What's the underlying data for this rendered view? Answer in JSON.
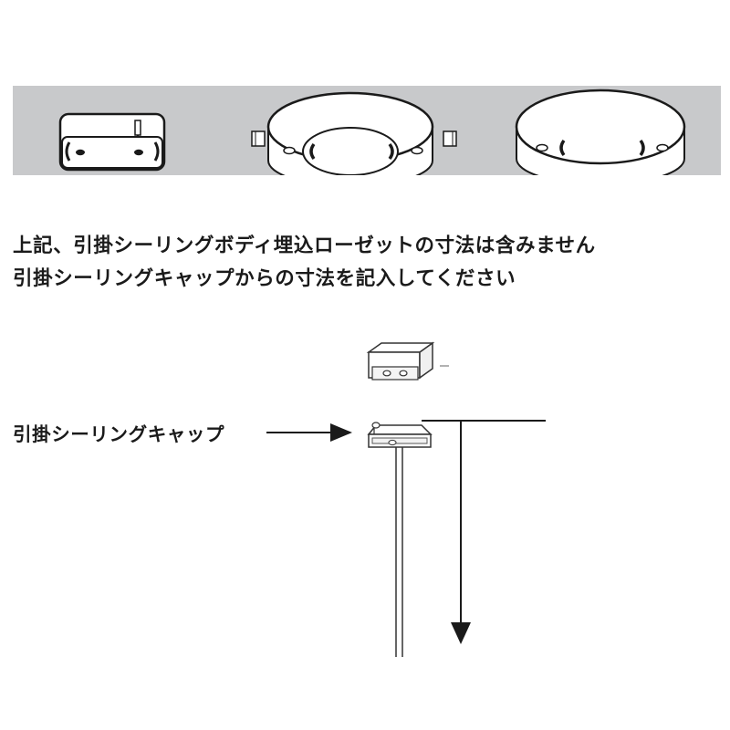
{
  "notes": {
    "line1": "上記、引掛シーリングボディ埋込ローゼットの寸法は含みません",
    "line2": "引掛シーリングキャップからの寸法を記入してください"
  },
  "callout": {
    "cap_label": "引掛シーリングキャップ"
  },
  "colors": {
    "banner_bg": "#c8c9cb",
    "line": "#1a1a1a",
    "fixture_fill": "#f4f4f4"
  }
}
